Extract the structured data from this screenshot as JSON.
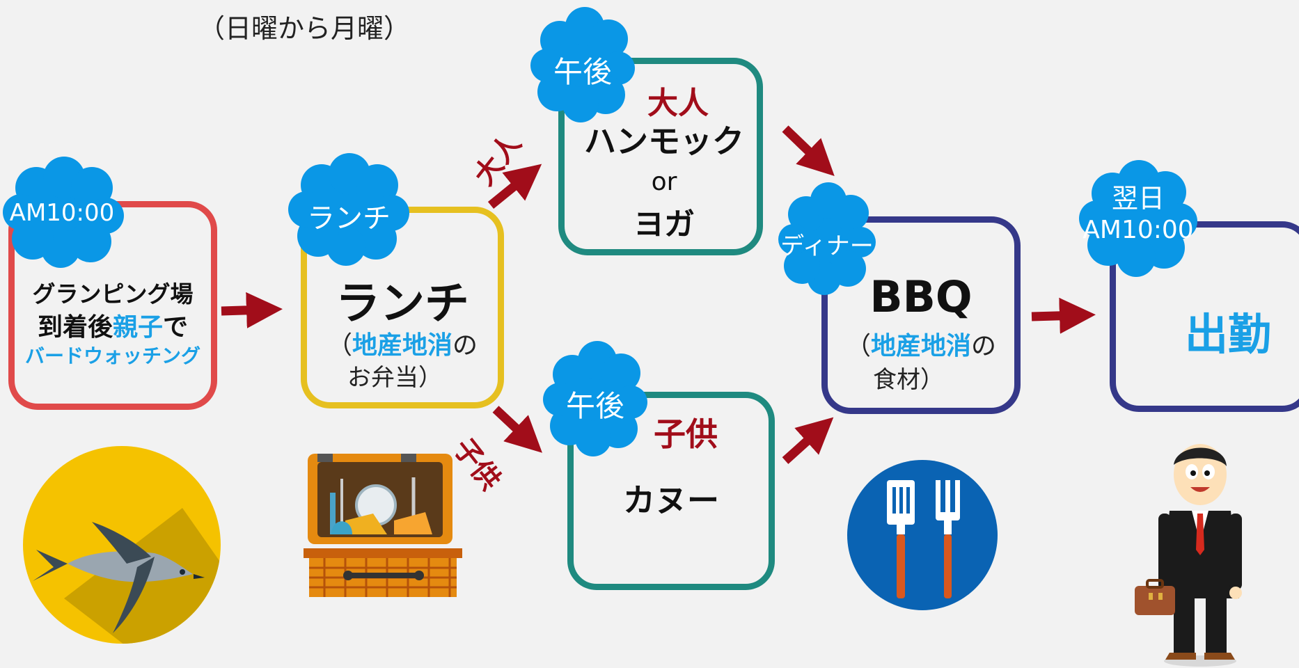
{
  "subtitle": "（日曜から月曜）",
  "colors": {
    "cloud": "#0a97e6",
    "arrow": "#a10d1a",
    "box1": "#e04a4a",
    "box2": "#e6c020",
    "box3": "#1f8a80",
    "box4": "#1f8a80",
    "box5": "#353889",
    "box6": "#353889",
    "accent_text": "#1aa0e6",
    "label_red": "#a10d1a"
  },
  "steps": {
    "birdwatch": {
      "cloud": "AM10:00",
      "line1": "グランピング場",
      "line2a": "到着後",
      "line2b": "親子",
      "line2c": "で",
      "line3": "バードウォッチング",
      "icon": "swallow-bird-icon"
    },
    "lunch": {
      "cloud": "ランチ",
      "title": "ランチ",
      "sub_open": "（",
      "sub_accent": "地産地消",
      "sub_rest": "の",
      "sub_line2": "お弁当）",
      "icon": "picnic-basket-icon"
    },
    "hammock": {
      "cloud": "午後",
      "who": "大人",
      "line1": "ハンモック",
      "or": "or",
      "line2": "ヨガ"
    },
    "canoe": {
      "cloud": "午後",
      "who": "子供",
      "title": "カヌー"
    },
    "bbq": {
      "cloud": "ディナー",
      "title": "BBQ",
      "sub_open": "（",
      "sub_accent": "地産地消",
      "sub_rest": "の",
      "sub_line2": "食材）",
      "icon": "fork-spatula-icon"
    },
    "work": {
      "cloud_line1": "翌日",
      "cloud_line2": "AM10:00",
      "title": "出勤",
      "icon": "businessman-icon"
    }
  },
  "branch_labels": {
    "adult": "大人",
    "child": "子供"
  }
}
